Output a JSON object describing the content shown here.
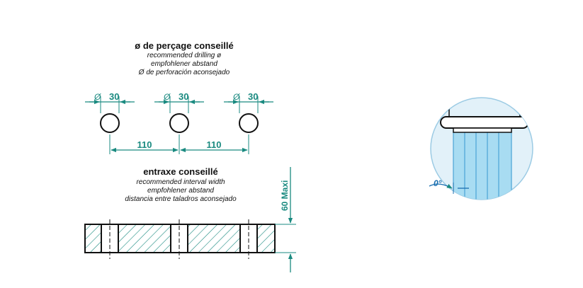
{
  "drilling": {
    "title": "ø de perçage conseillé",
    "lines": [
      "recommended drilling ø",
      "empfohlener abstand",
      "Ø de perforación aconsejado"
    ]
  },
  "interval": {
    "title": "entraxe conseillé",
    "lines": [
      "recommended interval width",
      "empfohlener abstand",
      "distancia entre taladros aconsejado"
    ]
  },
  "dimensions": {
    "hole_diameter": "30",
    "diameter_symbol": "Ø",
    "spacing": [
      "110",
      "110"
    ],
    "max_thickness": "60 Maxi"
  },
  "detail": {
    "angle_label": "0°"
  },
  "colors": {
    "dimension": "#1a8a80",
    "outline": "#111111",
    "detail_fill": "#a8dcf2",
    "detail_lines": "#4aa3d6",
    "circle_bg": "#e2f1f9"
  }
}
